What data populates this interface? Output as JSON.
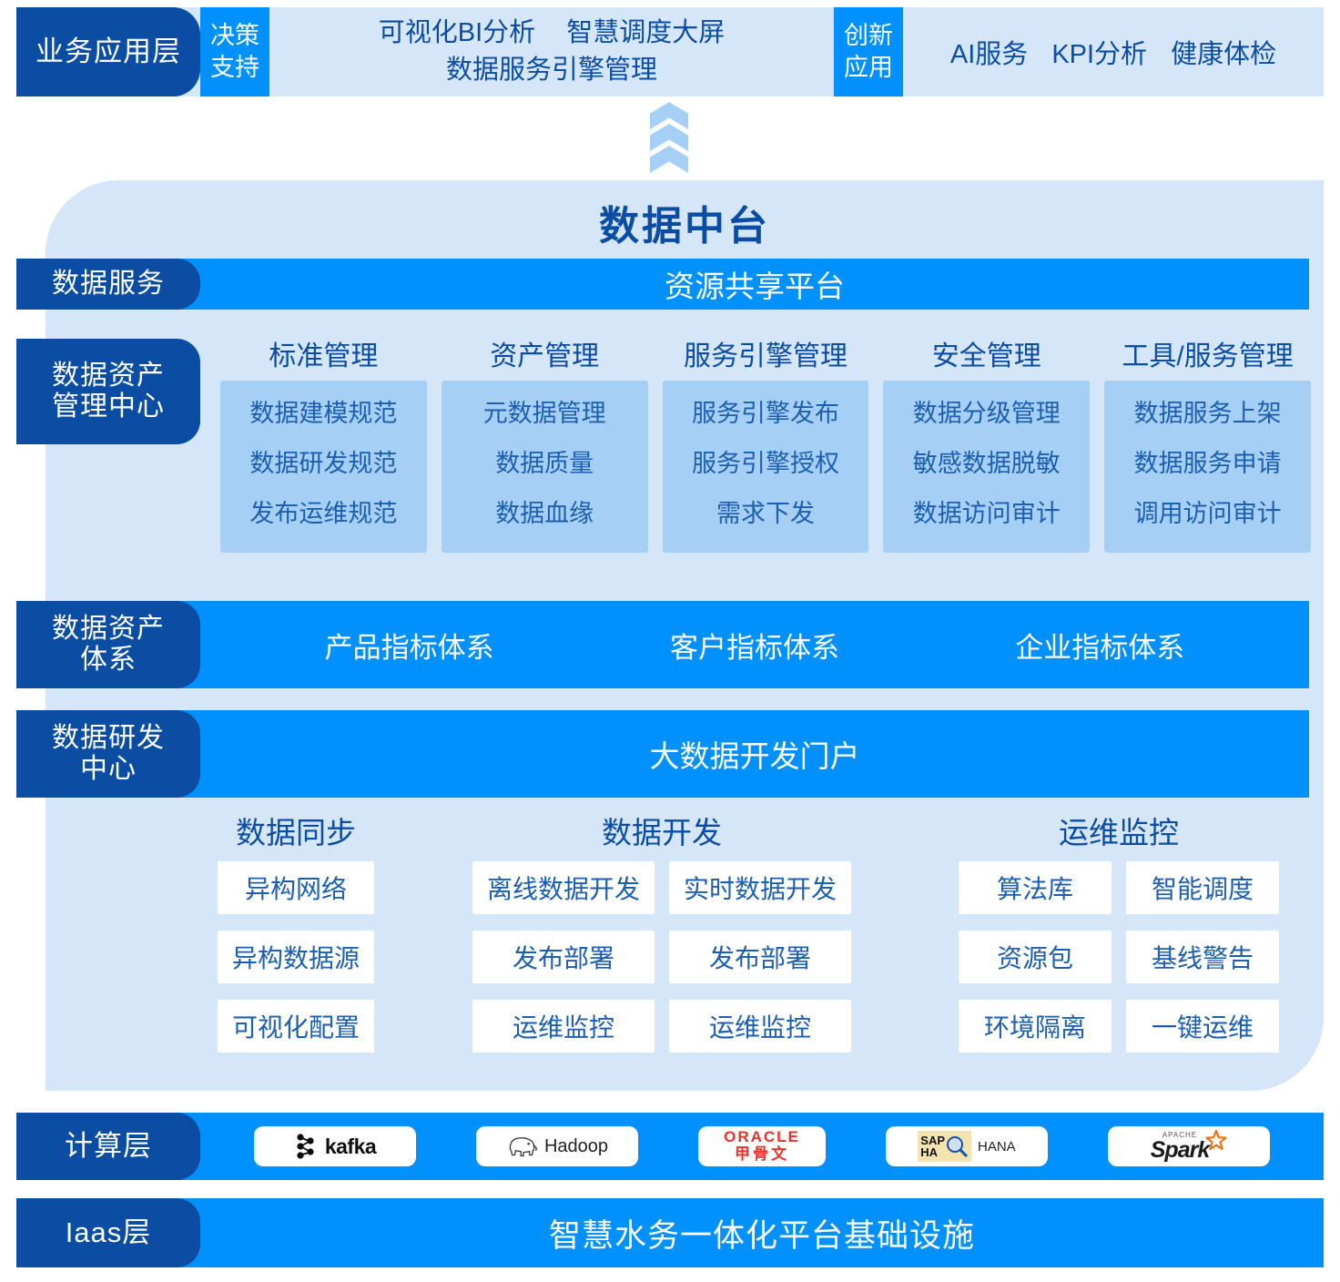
{
  "business_layer": {
    "label": "业务应用层",
    "groups": [
      {
        "tag_line1": "决策",
        "tag_line2": "支持",
        "apps_row1": [
          "可视化BI分析",
          "智慧调度大屏"
        ],
        "apps_row2": [
          "数据服务引擎管理"
        ]
      },
      {
        "tag_line1": "创新",
        "tag_line2": "应用",
        "apps": [
          "AI服务",
          "KPI分析",
          "健康体检"
        ]
      }
    ]
  },
  "platform": {
    "title": "数据中台",
    "data_service": {
      "label": "数据服务",
      "body": "资源共享平台"
    },
    "asset_management_center": {
      "label_line1": "数据资产",
      "label_line2": "管理中心",
      "columns": [
        {
          "title": "标准管理",
          "items": [
            "数据建模规范",
            "数据研发规范",
            "发布运维规范"
          ]
        },
        {
          "title": "资产管理",
          "items": [
            "元数据管理",
            "数据质量",
            "数据血缘"
          ]
        },
        {
          "title": "服务引擎管理",
          "items": [
            "服务引擎发布",
            "服务引擎授权",
            "需求下发"
          ]
        },
        {
          "title": "安全管理",
          "items": [
            "数据分级管理",
            "敏感数据脱敏",
            "数据访问审计"
          ]
        },
        {
          "title": "工具/服务管理",
          "items": [
            "数据服务上架",
            "数据服务申请",
            "调用访问审计"
          ]
        }
      ]
    },
    "asset_system": {
      "label_line1": "数据资产",
      "label_line2": "体系",
      "items": [
        "产品指标体系",
        "客户指标体系",
        "企业指标体系"
      ]
    },
    "rd_center": {
      "label_line1": "数据研发",
      "label_line2": "中心",
      "body": "大数据开发门户"
    },
    "dev_groups": [
      {
        "title": "数据同步",
        "columns": [
          [
            "异构网络",
            "异构数据源",
            "可视化配置"
          ]
        ]
      },
      {
        "title": "数据开发",
        "columns": [
          [
            "离线数据开发",
            "发布部署",
            "运维监控"
          ],
          [
            "实时数据开发",
            "发布部署",
            "运维监控"
          ]
        ]
      },
      {
        "title": "运维监控",
        "columns": [
          [
            "算法库",
            "资源包",
            "环境隔离"
          ],
          [
            "智能调度",
            "基线警告",
            "一键运维"
          ]
        ]
      }
    ]
  },
  "compute_layer": {
    "label": "计算层",
    "logos": [
      {
        "name": "kafka-logo",
        "text": "kafka"
      },
      {
        "name": "hadoop-logo",
        "text": "Hadoop"
      },
      {
        "name": "oracle-logo",
        "text1": "ORACLE",
        "text2": "甲骨文"
      },
      {
        "name": "sap-hana-logo",
        "text1": "SAP",
        "text2": "HA",
        "text3": "HANA"
      },
      {
        "name": "spark-logo",
        "text1": "APACHE",
        "text2": "Spark"
      }
    ]
  },
  "iaas_layer": {
    "label": "Iaas层",
    "body": "智慧水务一体化平台基础设施"
  },
  "colors": {
    "dark_blue": "#0B4DA2",
    "bright_blue": "#0091FF",
    "light_panel": "#D6E6F9",
    "card_blue": "#A5CFF5",
    "text_blue": "#1C5FB0"
  }
}
